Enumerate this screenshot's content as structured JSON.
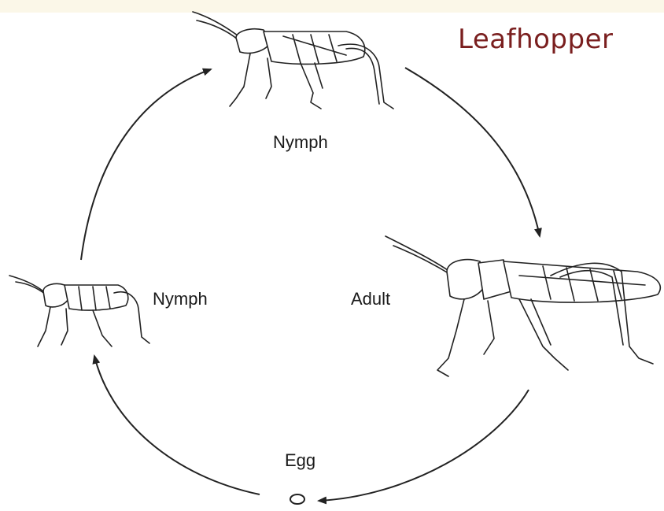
{
  "title": "Leafhopper",
  "stages": {
    "top": "Nymph",
    "left": "Nymph",
    "right": "Adult",
    "bottom": "Egg"
  },
  "colors": {
    "title": "#7a1f1f",
    "line": "#222222",
    "top_band": "#fbf7e8"
  },
  "icons": [
    "grasshopper-nymph-icon",
    "grasshopper-nymph-small-icon",
    "grasshopper-adult-icon",
    "egg-icon"
  ]
}
